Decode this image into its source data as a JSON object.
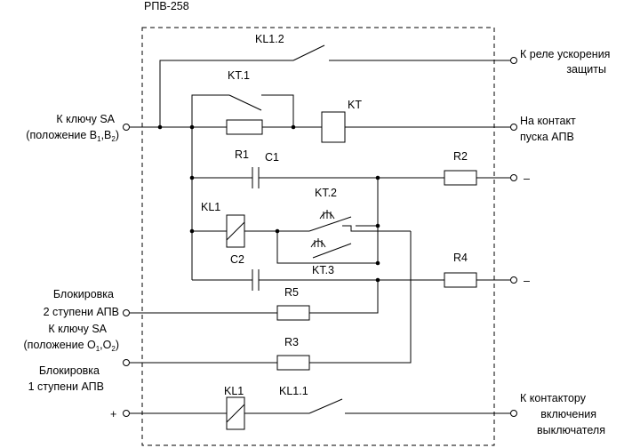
{
  "title": "РПВ-258",
  "left_labels": {
    "key_on_1": "К ключу SA",
    "key_on_2": "(положение В",
    "key_on_sub1": "1",
    "key_on_comma": ",В",
    "key_on_sub2": "2",
    "key_on_close": ")",
    "block2_1": "Блокировка",
    "block2_2": "2 ступени АПВ",
    "key_off_1": "К ключу SA",
    "key_off_2": "(положение О",
    "key_off_sub1": "1",
    "key_off_comma": ",О",
    "key_off_sub2": "2",
    "key_off_close": ")",
    "block1_1": "Блокировка",
    "block1_2": "1 ступени АПВ",
    "plus": "+"
  },
  "right_labels": {
    "relay_accel_1": "К реле ускорения",
    "relay_accel_2": "защиты",
    "contact_1": "На контакт",
    "contact_2": "пуска АПВ",
    "minus1": "–",
    "minus2": "–",
    "contactor_1": "К контактору",
    "contactor_2": "включения",
    "contactor_3": "выключателя"
  },
  "components": {
    "kl1_2": "KL1.2",
    "kt_1": "KT.1",
    "kt": "KT",
    "r1": "R1",
    "c1": "C1",
    "r2": "R2",
    "kl1": "KL1",
    "kt_2": "KT.2",
    "c2": "C2",
    "kt_3": "KT.3",
    "r4": "R4",
    "r5": "R5",
    "r3": "R3",
    "kl1_bottom": "KL1",
    "kl1_1": "KL1.1"
  }
}
